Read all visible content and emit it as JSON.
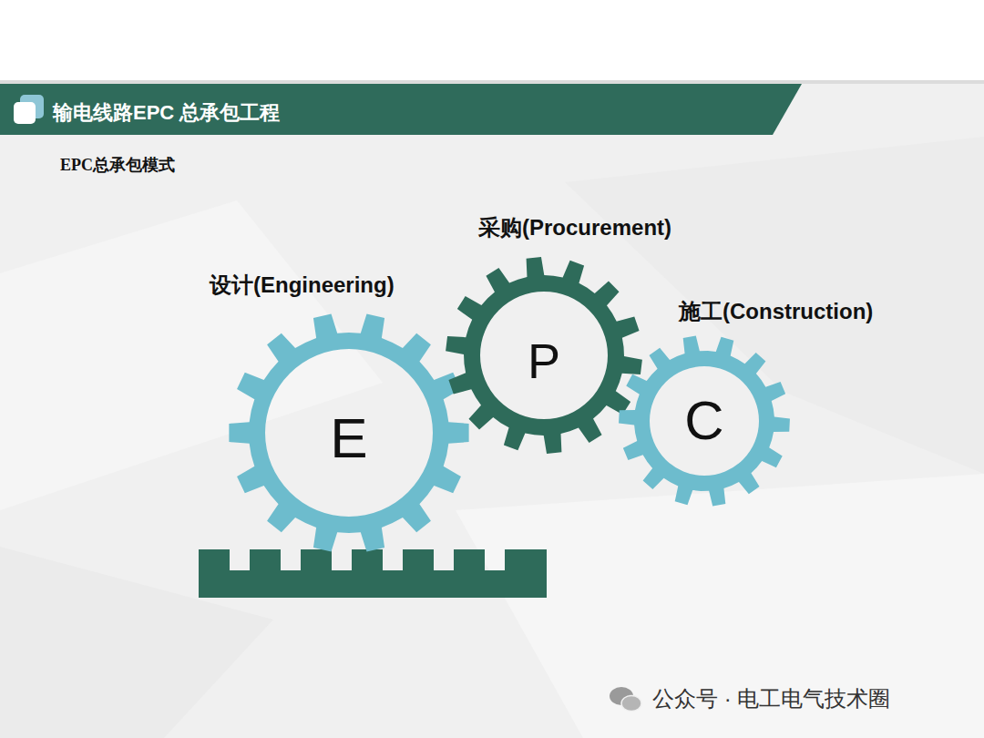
{
  "diagram": {
    "title": "输电线路EPC 总承包工程",
    "nodes": [
      {
        "text": [
          "设计(Engineering)",
          "E"
        ]
      },
      {
        "text": [
          "采购(Procurement)",
          "P"
        ]
      },
      {
        "text": [
          "施工(Construction)",
          "C"
        ]
      }
    ],
    "labels": [
      "EPC总承包模式",
      "公众号 · 电工电气技术圈"
    ]
  }
}
